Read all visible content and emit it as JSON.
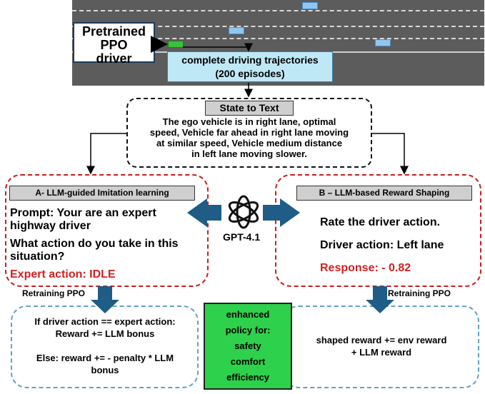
{
  "ppo_driver": {
    "lines": [
      "Pretrained",
      "PPO",
      "driver"
    ]
  },
  "trajectories": {
    "lines": [
      "complete driving trajectories",
      "(200 episodes)"
    ]
  },
  "state_to_text": {
    "title": "State to Text",
    "lines": [
      "The ego vehicle is in right lane, optimal",
      "speed, Vehicle far ahead in right lane moving",
      "at similar speed, Vehicle medium distance",
      "in left lane moving slower."
    ]
  },
  "branch_a": {
    "header": "A- LLM-guided Imitation learning",
    "prompt_lines": [
      "Prompt: Your are an expert",
      "highway driver"
    ],
    "question_lines": [
      "What action do you take in this",
      "situation?"
    ],
    "expert_action": "Expert action: IDLE"
  },
  "branch_b": {
    "header": "B – LLM-based Reward Shaping",
    "rate": "Rate the driver action.",
    "driver_action": "Driver action: Left lane",
    "response": "Response: - 0.82"
  },
  "llm": {
    "label": "GPT-4.1",
    "icon": "openai-logo-icon"
  },
  "retraining": {
    "left": "Retraining PPO",
    "right": "Retraining PPO"
  },
  "left_bottom": {
    "lines": [
      "If driver action == expert action:",
      "Reward += LLM bonus",
      "",
      "Else: reward += - penalty * LLM",
      "bonus"
    ]
  },
  "right_bottom": {
    "lines": [
      "shaped reward += env reward",
      "+ LLM reward"
    ]
  },
  "enhanced_policy": {
    "lines": [
      "enhanced",
      "policy for:",
      "safety",
      "comfort",
      "efficiency"
    ]
  },
  "colors": {
    "red": "#c81e1e",
    "blue": "#5fa3c7",
    "green": "#2ed14b",
    "arrow": "#1f5c86",
    "trajectory_box": "#bfe8f7"
  }
}
